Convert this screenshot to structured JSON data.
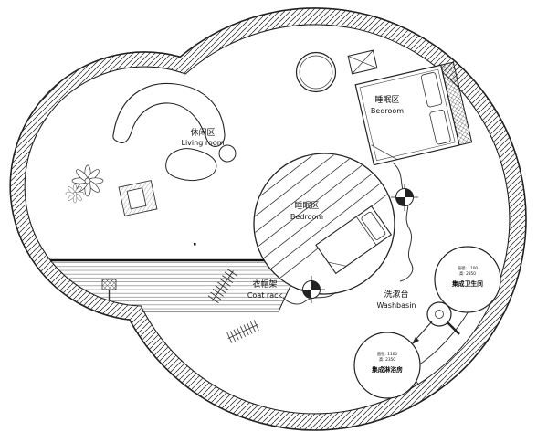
{
  "labels": {
    "living": {
      "zh": "休闲区",
      "en": "Living room"
    },
    "bedroom_top": {
      "zh": "睡眠区",
      "en": "Bedroom"
    },
    "bedroom_center": {
      "zh": "睡眠区",
      "en": "Bedroom"
    },
    "coat_rack": {
      "zh": "衣帽架",
      "en": "Coat rack"
    },
    "washbasin": {
      "zh": "洗漱台",
      "en": "Washbasin"
    },
    "bathroom_pod": {
      "spec1": "直径: 1100",
      "spec2": "高: 2350",
      "name": "集成卫生间"
    },
    "shower_pod": {
      "spec1": "直径: 1100",
      "spec2": "高: 2350",
      "name": "集成淋浴房"
    }
  },
  "colors": {
    "line": "#222222",
    "background": "#ffffff"
  }
}
